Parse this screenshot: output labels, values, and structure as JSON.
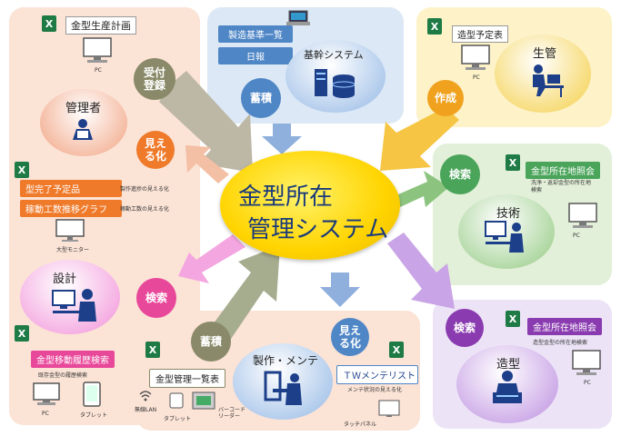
{
  "center": {
    "line1": "金型所在",
    "line2": "管理システム"
  },
  "top_left": {
    "excel_title": "金型生産計画",
    "pc_label": "PC",
    "role": "管理者",
    "action_register": [
      "受付",
      "登録"
    ],
    "action_visualize": [
      "見え",
      "る化"
    ],
    "tag1": "型完了予定品",
    "tag1_note": "製作進捗の見える化",
    "tag2": "稼動工数推移グラフ",
    "tag2_note": "稼動工数の見える化",
    "monitor_label": "大型モニター"
  },
  "top_center": {
    "tag1": "製造基準一覧",
    "tag2": "日報",
    "system": "基幹システム",
    "action": "蓄積"
  },
  "top_right": {
    "excel_title": "造型予定表",
    "pc_label": "PC",
    "role": "生管",
    "action": "作成"
  },
  "mid_right": {
    "action": "検索",
    "excel_title": "金型所在地照会",
    "note": "洗浄・返却金型の所在地検索",
    "role": "技術",
    "pc_label": "PC"
  },
  "left_design": {
    "role": "設計",
    "action": "検索",
    "tag": "金型移動履歴検索",
    "note": "既存金型の履歴検索",
    "pc_label": "PC",
    "tablet_label": "タブレット"
  },
  "bottom_center": {
    "action_accumulate": "蓄積",
    "tag_left": "金型管理一覧表",
    "role": "製作・メンテ",
    "action_visualize": [
      "見え",
      "る化"
    ],
    "tag_right": "ＴＷメンテリスト",
    "note": "メンテ状況の見える化",
    "wifi_label": "無線LAN",
    "tablet_label": "タブレット",
    "barcode_label": "バーコードリーダー",
    "touch_label": "タッチパネル"
  },
  "bottom_right": {
    "action": "検索",
    "excel_title": "金型所在地照会",
    "note": "造型金型の所在地検索",
    "role": "造型",
    "pc_label": "PC"
  },
  "colors": {
    "center": "#ffd400",
    "panel_pink": "#fbe3d6",
    "panel_blue": "#dce8f5",
    "panel_yellow": "#fdf2c8",
    "panel_green": "#e3f0d9",
    "panel_purple": "#ece4f6",
    "orange": "#ef7a2a",
    "blue": "#4f86c6",
    "green": "#4aa45a",
    "purple": "#8a3bb0",
    "pink": "#e8489a",
    "olive": "#8a8a6a"
  }
}
